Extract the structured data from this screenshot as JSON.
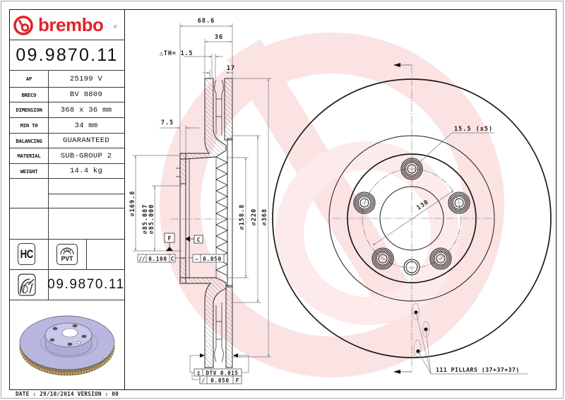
{
  "brand": {
    "name": "brembo",
    "registered": "®"
  },
  "part_number": "09.9870.11",
  "specs": [
    {
      "label": "AP",
      "value": "25199 V"
    },
    {
      "label": "BRECO",
      "value": "BV 8809"
    },
    {
      "label": "DIMENSION",
      "value": "368 x 36 mm"
    },
    {
      "label": "MIN TH",
      "value": "34 mm"
    },
    {
      "label": "BALANCING",
      "value": "GUARANTEED"
    },
    {
      "label": "MATERIAL",
      "value": "SUB-GROUP 2"
    },
    {
      "label": "WEIGHT",
      "value": "14.4 kg"
    }
  ],
  "badges": {
    "hc": "HC",
    "pvt": "PVT"
  },
  "part_number_bottom": "09.9870.11",
  "footer": {
    "text": "DATE : 29/10/2014 VERSION : 00",
    "date": "29/10/2014",
    "version": "00"
  },
  "section_view": {
    "overall_height": "68.6",
    "thickness": "36",
    "delta_th": "△TH= 1.5",
    "vane_width": "17",
    "hat_offset": "7.5",
    "dia_hat": "⌀169.8",
    "dia_center_max": "⌀85.087",
    "dia_center_min": "⌀85.000",
    "dia_inner": "⌀158.8",
    "dia_braking": "⌀220",
    "dia_outer": "⌀368"
  },
  "gdt": {
    "datum_f": "F",
    "datum_c": "C",
    "parallelism": {
      "symbol": "//",
      "value": "0.100",
      "datum": "C"
    },
    "flatness": {
      "symbol": "▱",
      "value": "0.050"
    },
    "dtv": {
      "symbol": "⌶",
      "value": "DTV 0.015"
    },
    "runout": {
      "symbol": "/",
      "value": "0.050",
      "datum": "F"
    }
  },
  "front_view": {
    "bolt_hole": "15.5 (x5)",
    "pcd": "130",
    "pillars": "111 PILLARS (37+37+37)"
  },
  "colors": {
    "brand_red": "#e3242b",
    "watermark": "#fbe2e2",
    "line": "#1a1a1a",
    "dimension": "#777777",
    "disc_render": "#b9b7e0",
    "vents": "#c9a25a"
  }
}
